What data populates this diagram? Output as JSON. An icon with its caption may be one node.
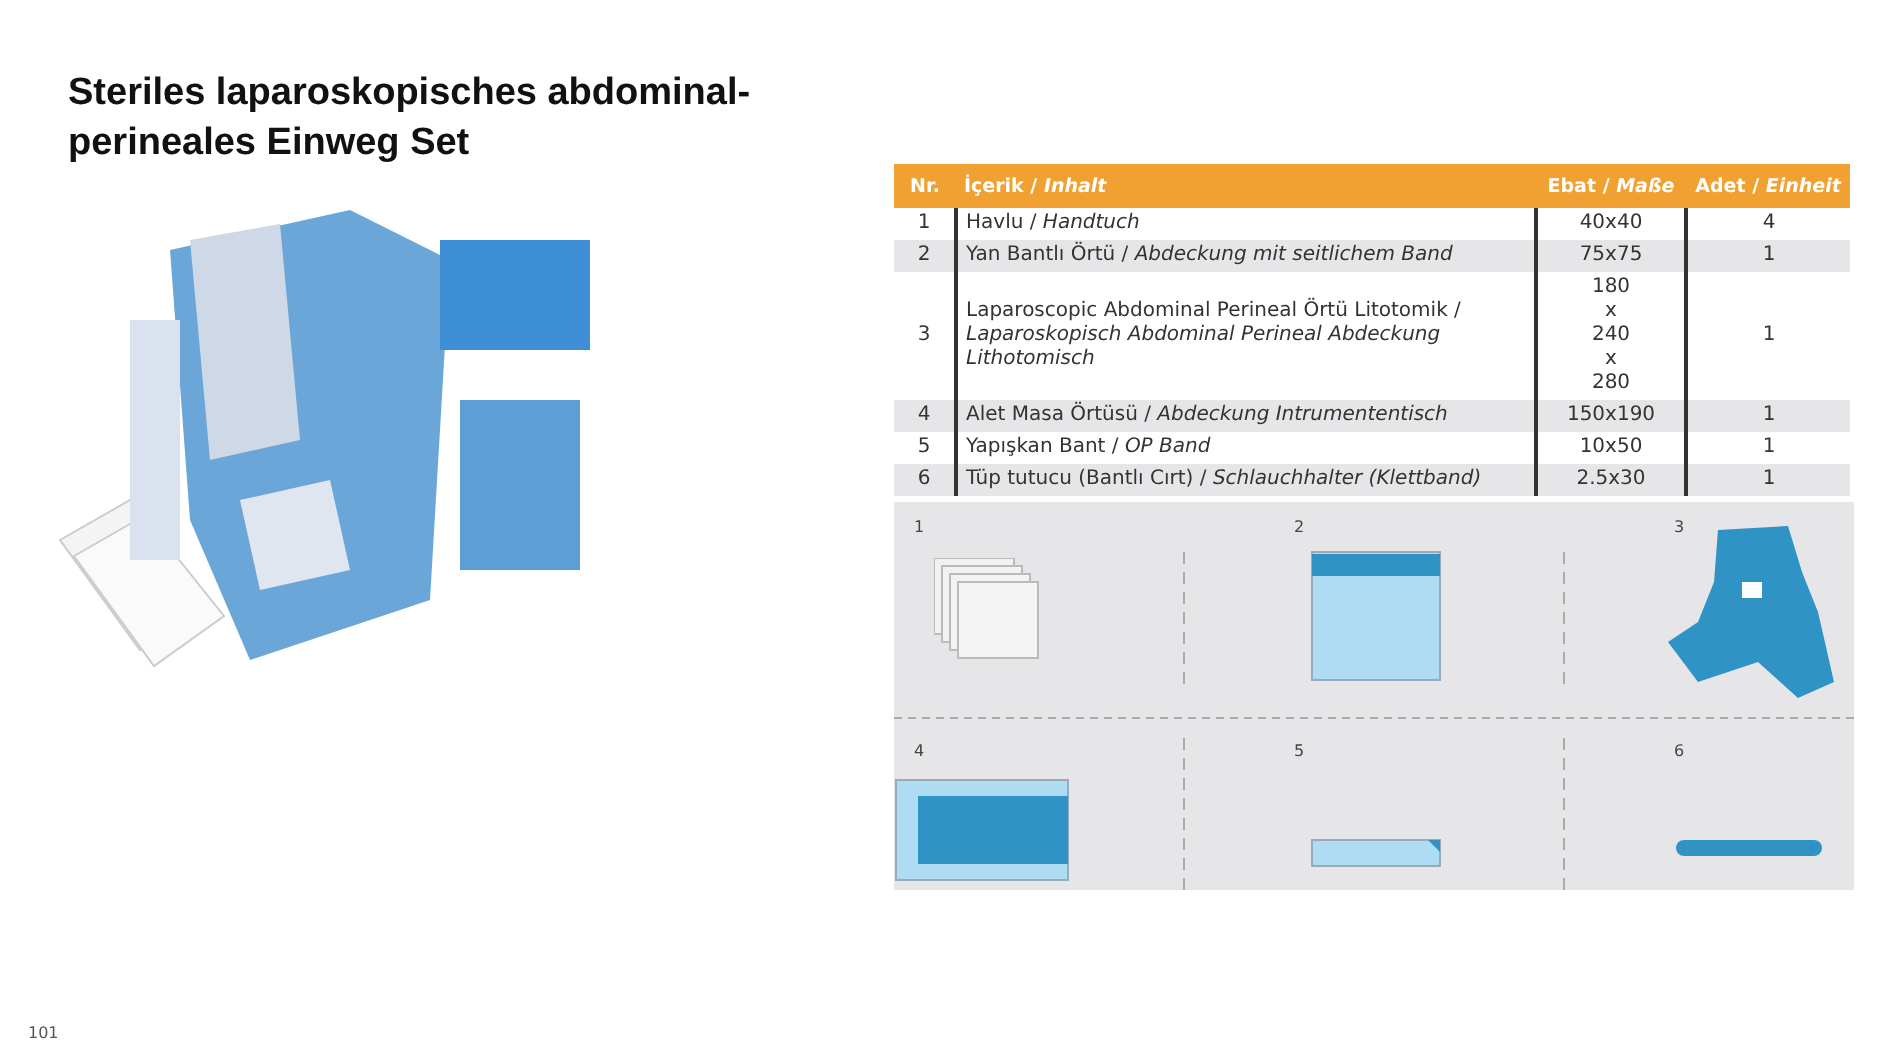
{
  "diagram": {
    "title": "Steriles laparoskopisches abdominal-perineales Einweg Set",
    "labels": [
      "Nr.",
      "İçerik / *Inhalt*",
      "Ebat / *Maße*",
      "Adet / *Einheit*",
      "1",
      "Havlu / *Handtuch*",
      "40x40",
      "4",
      "2",
      "Yan Bantlı Örtü / *Abdeckung mit seitlichem Band*",
      "75x75",
      "1",
      "3",
      "Laparoscopic Abdominal Perineal Örtü Litotomik / *Laparoskopisch Abdominal Perineal Abdeckung Lithotomisch*",
      "180 x 240 x 280",
      "1",
      "4",
      "Alet Masa Örtüsü / *Abdeckung Intrumententisch*",
      "150x190",
      "1",
      "5",
      "Yapışkan Bant / *OP Band*",
      "10x50",
      "1",
      "6",
      "Tüp tutucu (Bantlı Cırt) / *Schlauchhalter (Klettband)*",
      "2.5x30",
      "1",
      "1",
      "2",
      "3",
      "4",
      "5",
      "6",
      "101"
    ]
  }
}
